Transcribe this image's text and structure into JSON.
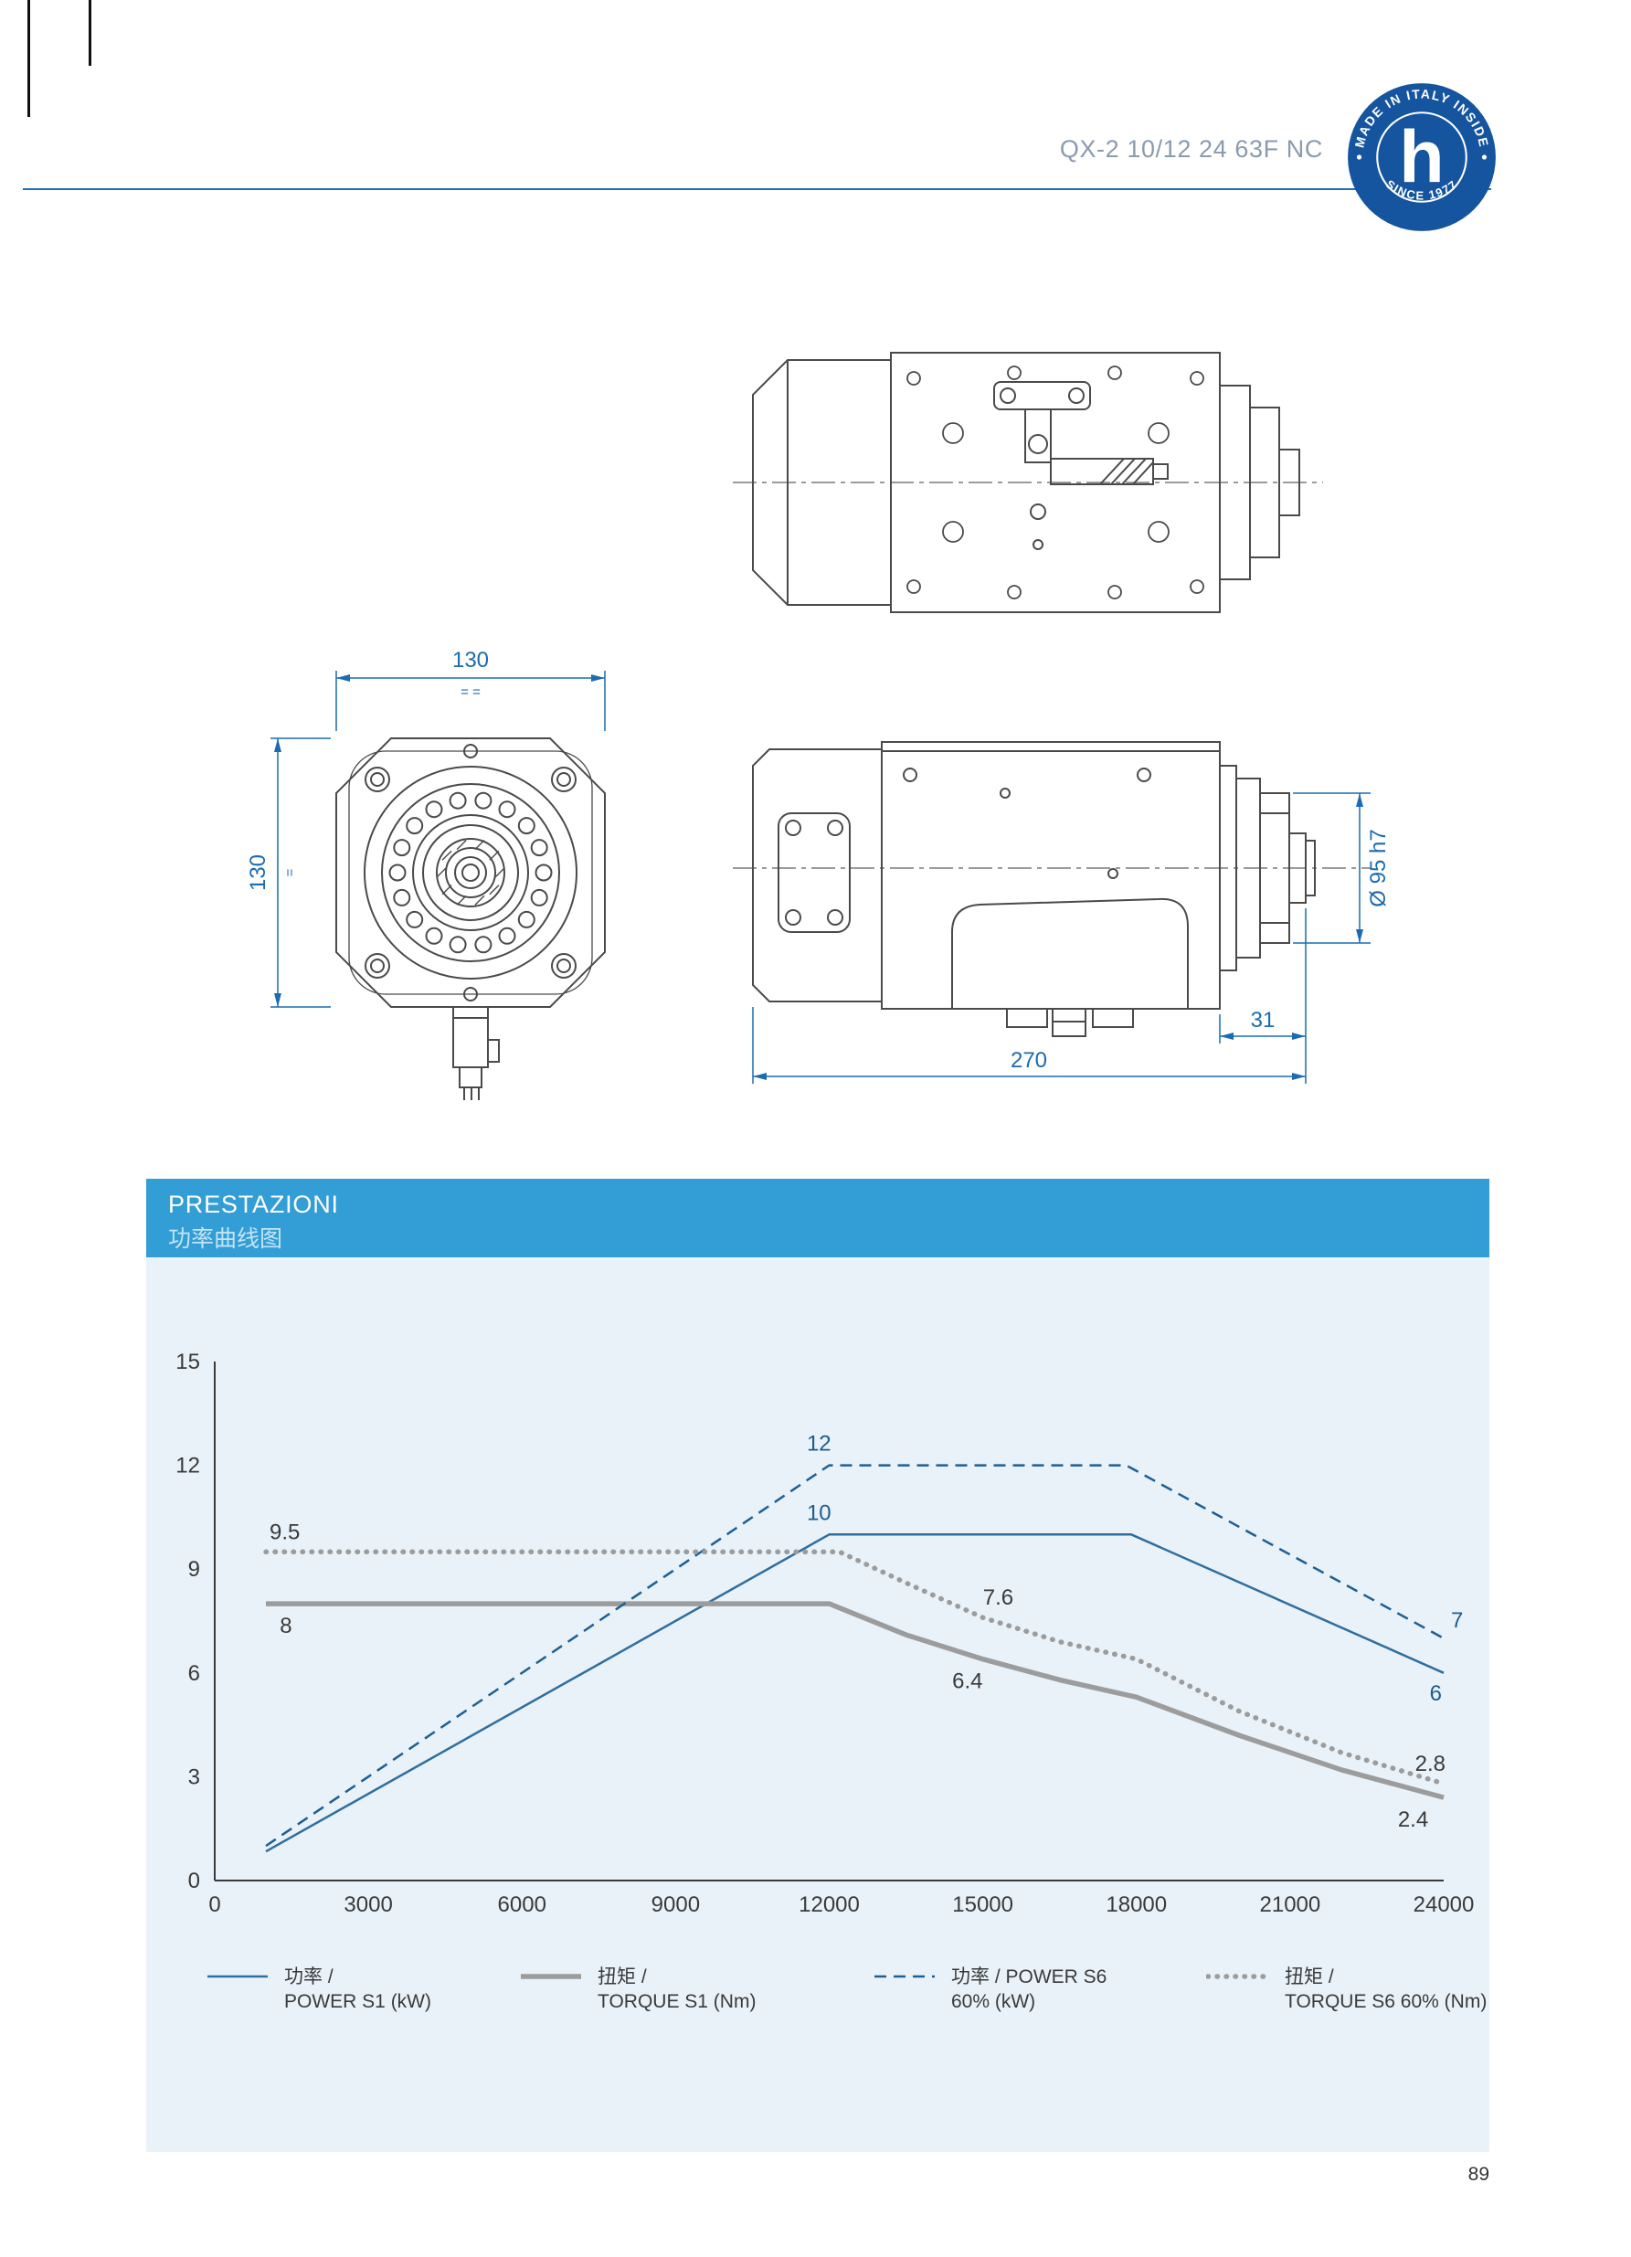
{
  "colors": {
    "accent_rule": "#1d6fb5",
    "header_text": "#8a9bb0",
    "logo_blue": "#15549f",
    "panel_bg": "#e9f2f9",
    "panel_header": "#339ed6",
    "subtitle_text": "#c3e4f4",
    "dim_blue": "#1c6bb0",
    "power_s1_line": "#2e6e9e",
    "power_s6_line": "#1d5f94",
    "torque_line": "#9c9c9c",
    "label_dark": "#3a3a3a",
    "label_blue": "#1d5c8f",
    "axis": "#3a3a3a"
  },
  "header": {
    "model_code": "QX-2 10/12 24 63F NC",
    "logo": {
      "rim_top": "MADE IN ITALY INSIDE",
      "rim_bottom": "SINCE 1977",
      "monogram": "h"
    }
  },
  "drawings": {
    "front_view": {
      "dim_width": "130",
      "dim_height": "130",
      "eq_top": "= =",
      "eq_left": "="
    },
    "side_view": {
      "dim_flange_diameter": "Ø 95 h7",
      "dim_nose_length": "31",
      "dim_total_length": "270"
    }
  },
  "performance": {
    "title": "PRESTAZIONI",
    "subtitle": "功率曲线图",
    "legend": [
      {
        "label_cn": "功率 /",
        "label_en": "POWER S1 (kW)"
      },
      {
        "label_cn": "扭矩 /",
        "label_en": "TORQUE S1 (Nm)"
      },
      {
        "label_cn": "功率 / POWER S6",
        "label_en": "60% (kW)"
      },
      {
        "label_cn": "扭矩 /",
        "label_en": "TORQUE S6 60% (Nm)"
      }
    ]
  },
  "page_number": "89",
  "chart_data": {
    "type": "line",
    "title": "PRESTAZIONI 功率曲线图",
    "xlabel": "",
    "ylabel": "",
    "xlim": [
      0,
      24000
    ],
    "ylim": [
      0,
      15
    ],
    "x_ticks": [
      0,
      3000,
      6000,
      9000,
      12000,
      15000,
      18000,
      21000,
      24000
    ],
    "y_ticks": [
      0,
      3,
      6,
      9,
      12,
      15
    ],
    "grid": false,
    "legend_position": "bottom",
    "series": [
      {
        "name": "POWER S1 (kW)",
        "style": "solid-thin",
        "color_key": "power_s1_line",
        "points": [
          [
            1000,
            0.84
          ],
          [
            12000,
            10
          ],
          [
            17900,
            10
          ],
          [
            24000,
            6
          ]
        ]
      },
      {
        "name": "TORQUE S1 (Nm)",
        "style": "solid-thick",
        "color_key": "torque_line",
        "points": [
          [
            1000,
            8
          ],
          [
            12000,
            8
          ],
          [
            13500,
            7.1
          ],
          [
            15000,
            6.4
          ],
          [
            16500,
            5.8
          ],
          [
            18000,
            5.3
          ],
          [
            20000,
            4.2
          ],
          [
            22000,
            3.2
          ],
          [
            24000,
            2.4
          ]
        ]
      },
      {
        "name": "POWER S6 60% (kW)",
        "style": "dashed",
        "color_key": "power_s6_line",
        "points": [
          [
            1000,
            1.0
          ],
          [
            12000,
            12
          ],
          [
            17800,
            12
          ],
          [
            24000,
            7
          ]
        ]
      },
      {
        "name": "TORQUE S6 60% (Nm)",
        "style": "dotted",
        "color_key": "torque_line",
        "points": [
          [
            1000,
            9.5
          ],
          [
            12200,
            9.5
          ],
          [
            13500,
            8.6
          ],
          [
            15000,
            7.6
          ],
          [
            16500,
            6.9
          ],
          [
            18000,
            6.4
          ],
          [
            20000,
            4.9
          ],
          [
            22000,
            3.7
          ],
          [
            24000,
            2.8
          ]
        ]
      }
    ],
    "point_labels": [
      {
        "text": "9.5",
        "x": 1000,
        "y": 9.5,
        "dx": 4,
        "dy": -14,
        "anchor": "start",
        "color": "dark"
      },
      {
        "text": "8",
        "x": 1200,
        "y": 8,
        "dx": 4,
        "dy": 32,
        "anchor": "start",
        "color": "dark"
      },
      {
        "text": "12",
        "x": 11800,
        "y": 12,
        "dx": 0,
        "dy": -16,
        "anchor": "middle",
        "color": "blue"
      },
      {
        "text": "10",
        "x": 11800,
        "y": 10,
        "dx": 0,
        "dy": -16,
        "anchor": "middle",
        "color": "blue"
      },
      {
        "text": "7.6",
        "x": 15300,
        "y": 7.6,
        "dx": 0,
        "dy": -14,
        "anchor": "middle",
        "color": "dark"
      },
      {
        "text": "6.4",
        "x": 14700,
        "y": 6.4,
        "dx": 0,
        "dy": 32,
        "anchor": "middle",
        "color": "dark"
      },
      {
        "text": "7",
        "x": 24000,
        "y": 7,
        "dx": 8,
        "dy": -12,
        "anchor": "start",
        "color": "blue"
      },
      {
        "text": "6",
        "x": 24000,
        "y": 6,
        "dx": -2,
        "dy": 30,
        "anchor": "end",
        "color": "blue"
      },
      {
        "text": "2.8",
        "x": 24000,
        "y": 2.8,
        "dx": 2,
        "dy": -14,
        "anchor": "end",
        "color": "dark"
      },
      {
        "text": "2.4",
        "x": 23700,
        "y": 2.4,
        "dx": 0,
        "dy": 32,
        "anchor": "end",
        "color": "dark"
      }
    ]
  }
}
